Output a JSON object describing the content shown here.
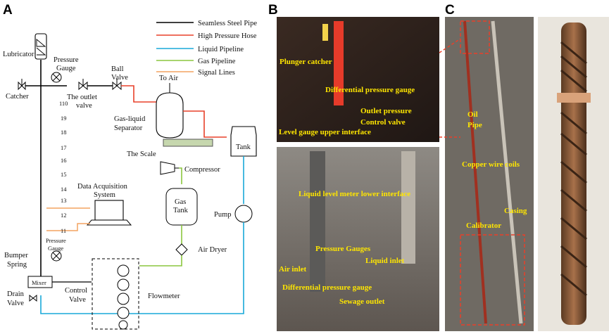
{
  "panels": {
    "a": "A",
    "b": "B",
    "c": "C"
  },
  "legend": [
    {
      "label": "Seamless Steel Pipe",
      "color": "#000000"
    },
    {
      "label": "High Pressure Hose",
      "color": "#e8402a"
    },
    {
      "label": "Liquid Pipeline",
      "color": "#19a9d8"
    },
    {
      "label": "Gas Pipeline",
      "color": "#8cc63f"
    },
    {
      "label": "Signal Lines",
      "color": "#f4a460"
    }
  ],
  "components": {
    "lubricator": "Lubricator",
    "pressure_gauge_top": "Pressure",
    "pressure_gauge_top2": "Gauge",
    "catcher": "Catcher",
    "outlet_valve1": "The outlet",
    "outlet_valve2": "valve",
    "ball_valve1": "Ball",
    "ball_valve2": "Valve",
    "to_air": "To Air",
    "separator1": "Gas-liquid",
    "separator2": "Separator",
    "scale": "The Scale",
    "tank": "Tank",
    "compressor": "Compressor",
    "daq1": "Data Acquisition",
    "daq2": "System",
    "gas_tank1": "Gas",
    "gas_tank2": "Tank",
    "pump": "Pump",
    "bumper1": "Bumper",
    "bumper2": "Spring",
    "pressure_gauge_bottom1": "Pressure",
    "pressure_gauge_bottom2": "Gauge",
    "air_dryer": "Air Dryer",
    "mixer": "Mixer",
    "control_valve1": "Control",
    "control_valve2": "Valve",
    "flowmeter": "Flowmeter",
    "drain1": "Drain",
    "drain2": "Valve"
  },
  "scale_numbers": [
    "110",
    "19",
    "18",
    "17",
    "16",
    "15",
    "14",
    "13",
    "12",
    "11"
  ],
  "photo_b_top": [
    "Plunger catcher",
    "Differential pressure gauge",
    "Outlet pressure",
    "Control valve",
    "Level gauge upper interface"
  ],
  "photo_b_bottom": [
    "Liquid level meter lower interface",
    "Pressure Gauges",
    "Air inlet",
    "Liquid inlet",
    "Differential pressure gauge",
    "Sewage outlet"
  ],
  "photo_c": [
    "Oil",
    "Pipe",
    "Copper wire coils",
    "Casing",
    "Calibrator"
  ]
}
